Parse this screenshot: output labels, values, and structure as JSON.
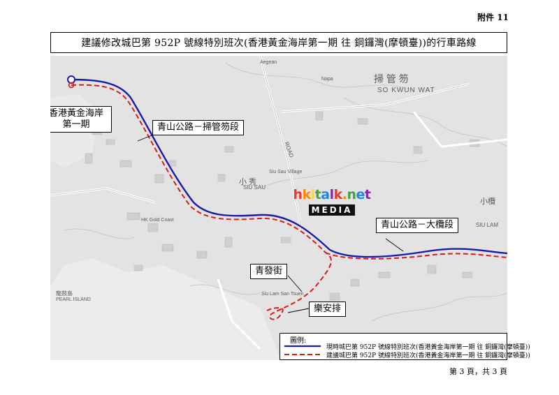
{
  "annex": "附件 11",
  "title": "建議修改城巴第 952P 號線特別班次(香港黃金海岸第一期 往 銅鑼灣(摩頓臺))的行車路線",
  "labels": {
    "start": "香港黃金海岸第一期",
    "castle_peak_so_kwun_wat": "青山公路－掃管笏段",
    "castle_peak_tai_lam": "青山公路－大欖段",
    "tsing_fat_street": "青發街",
    "lok_on_pai": "樂安排"
  },
  "map_text": {
    "so_kwun_wat_cn": "掃  管  笏",
    "so_kwun_wat_en": "SO KWUN WAT",
    "siu_sau_cn": "小  秀",
    "siu_sau_en": "SIU SAU",
    "siu_lam_cn": "小欖",
    "siu_lam_en": "SIU LAM",
    "pearl_island_cn": "龍鼓島",
    "pearl_island_en": "PEARL ISLAND",
    "aegean": "Aegean",
    "napa": "Napa",
    "road": "ROAD",
    "hk_gold_coast": "HK Gold Coast",
    "siu_sau_village": "Siu Sau Village",
    "siu_lam_san_tsuen": "Siu Lam San Tsuen"
  },
  "watermark": {
    "top": "hkitalk.net",
    "bottom": "MEDIA",
    "top_colors": [
      "#e53935",
      "#fb8c00",
      "#fdd835",
      "#43a047",
      "#1e88e5",
      "#8e24aa",
      "#e53935",
      "#fb8c00",
      "#43a047",
      "#1e88e5",
      "#8e24aa"
    ]
  },
  "legend": {
    "title": "圖例:",
    "current": "現時城巴第 952P 號線特別班次(香港黃金海岸第一期  往  銅鑼灣(摩頓臺))",
    "proposed": "建議城巴第 952P 號線特別班次(香港黃金海岸第一期  往  銅鑼灣(摩頓臺))"
  },
  "colors": {
    "current_route": "#1a1aa8",
    "proposed_route": "#d81b1b",
    "map_background": "#e3e3e3"
  },
  "page_number": "第 3 頁，共 3 頁"
}
